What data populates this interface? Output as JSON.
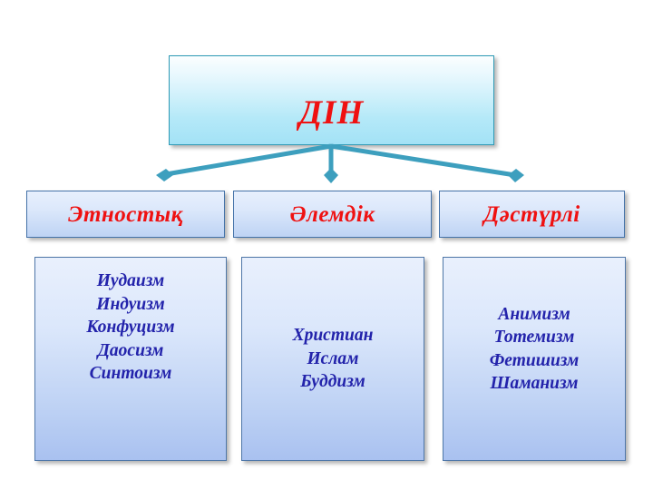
{
  "diagram": {
    "root": {
      "label": "ДІН",
      "text_color": "#ef1111"
    },
    "connector": {
      "color": "#3d9fbe",
      "arrow_count": 3
    },
    "categories": [
      {
        "label": "Этностық",
        "items_text": "Иудаизм\nИндуизм\nКонфуцизм\nДаосизм\nСинтоизм"
      },
      {
        "label": "Әлемдік",
        "items_text": "Христиан\nИслам\nБуддизм"
      },
      {
        "label": "Дәстүрлі",
        "items_text": "Анимизм\nТотемизм\nФетишизм\nШаманизм"
      }
    ]
  }
}
